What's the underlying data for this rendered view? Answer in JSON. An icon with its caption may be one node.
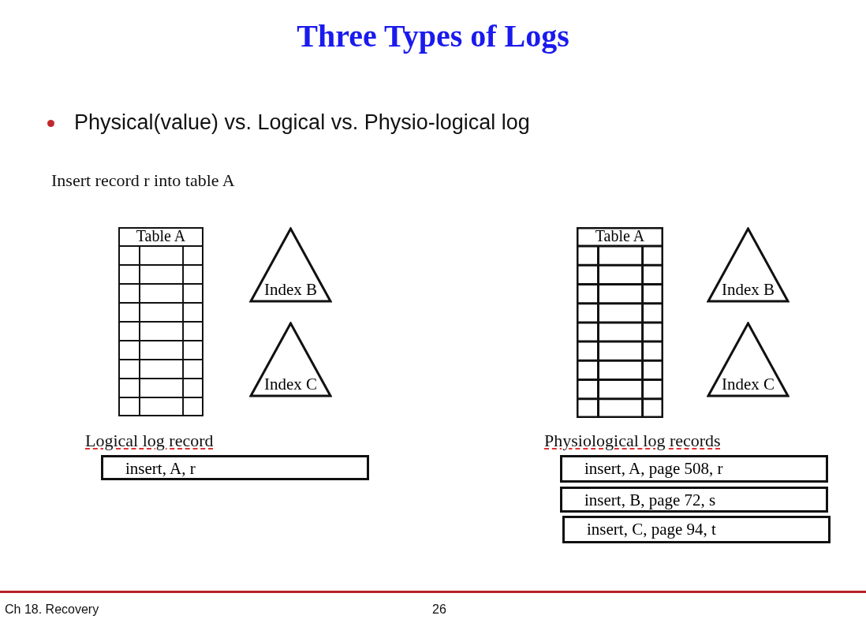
{
  "diagram": {
    "title": "Three Types of Logs",
    "nodes": [
      {
        "text": [
          "Table A"
        ]
      },
      {
        "text": [
          "Index B"
        ]
      },
      {
        "text": [
          "Index C"
        ]
      },
      {
        "text": [
          "insert, A, r"
        ]
      },
      {
        "text": [
          "Table A"
        ]
      },
      {
        "text": [
          "Index B"
        ]
      },
      {
        "text": [
          "Index C"
        ]
      },
      {
        "text": [
          "insert, A, page 508, r"
        ]
      },
      {
        "text": [
          "insert, B, page 72, s"
        ]
      },
      {
        "text": [
          "insert, C, page 94, t"
        ]
      }
    ],
    "edges": [],
    "labels": [
      "Physical(value) vs. Logical vs. Physio-logical log",
      "Insert record r into table A",
      "Logical log record",
      "Physiological log records",
      "Ch 18. Recovery",
      "26"
    ]
  }
}
